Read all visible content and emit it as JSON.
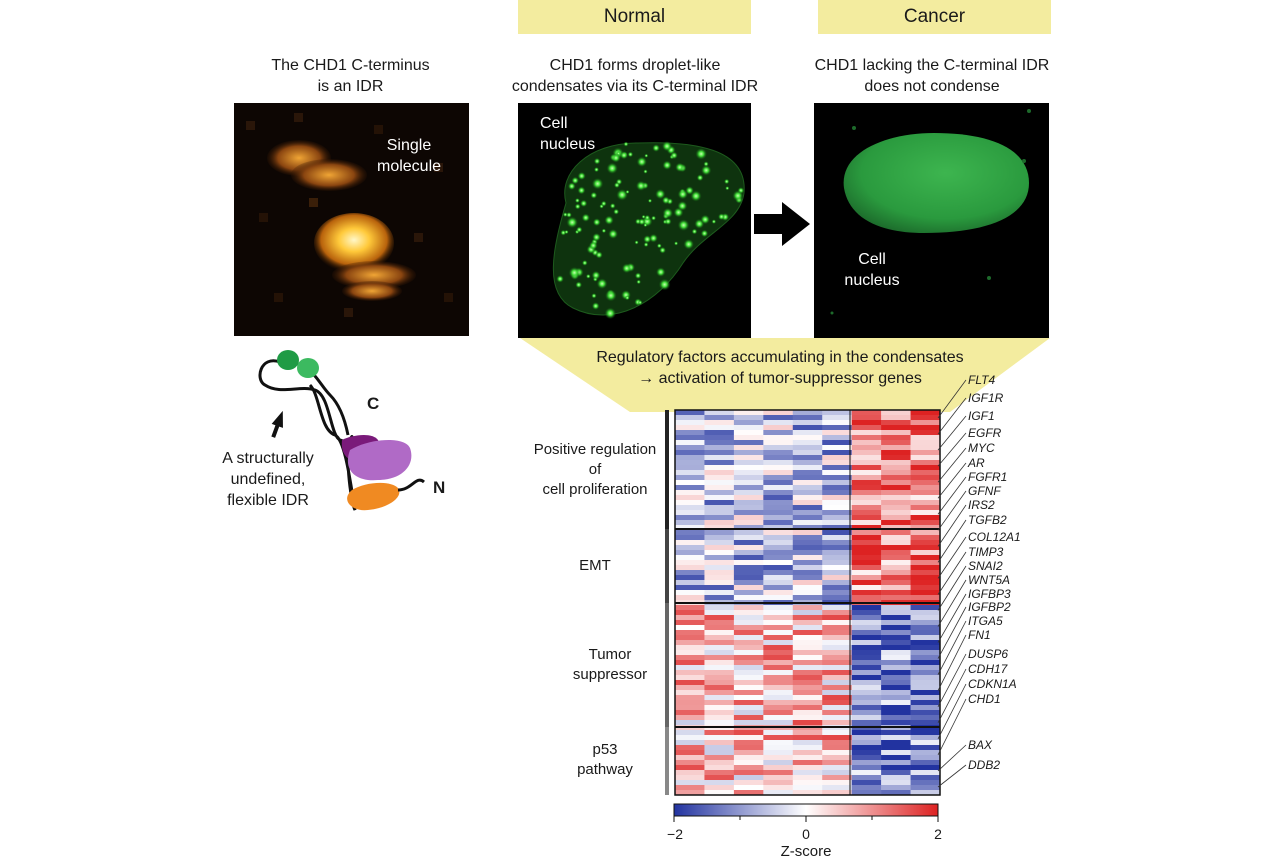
{
  "conditions": {
    "normal": "Normal",
    "cancer": "Cancer"
  },
  "panel_idr": {
    "caption_line1": "The CHD1 C-terminus",
    "caption_line2": "is an IDR",
    "image_label_line1": "Single",
    "image_label_line2": "molecule"
  },
  "panel_normal": {
    "caption_line1": "CHD1 forms droplet-like",
    "caption_line2": "condensates via its C-terminal IDR",
    "image_label_line1": "Cell",
    "image_label_line2": "nucleus"
  },
  "panel_cancer": {
    "caption_line1": "CHD1 lacking the C-terminal IDR",
    "caption_line2": "does not condense",
    "image_label_line1": "Cell",
    "image_label_line2": "nucleus"
  },
  "schematic": {
    "terminal_c": "C",
    "terminal_n": "N",
    "label_line1": "A structurally",
    "label_line2": "undefined,",
    "label_line3": "flexible IDR"
  },
  "callout": {
    "line1": "Regulatory factors accumulating in the condensates",
    "line2": "→ activation of tumor-suppressor genes"
  },
  "heatmap": {
    "categories": [
      {
        "line1": "Positive regulation",
        "line2": "of",
        "line3": "cell proliferation"
      },
      {
        "line1": "EMT"
      },
      {
        "line1": "Tumor",
        "line2": "suppressor"
      },
      {
        "line1": "p53",
        "line2": "pathway"
      }
    ],
    "genes": [
      "FLT4",
      "IGF1R",
      "IGF1",
      "EGFR",
      "MYC",
      "AR",
      "FGFR1",
      "GFNF",
      "IRS2",
      "TGFB2",
      "COL12A1",
      "TIMP3",
      "SNAI2",
      "WNT5A",
      "IGFBP3",
      "IGFBP2",
      "ITGA5",
      "FN1",
      "DUSP6",
      "CDH17",
      "CDKN1A",
      "CHD1",
      "BAX",
      "DDB2"
    ],
    "colorbar": {
      "min": "−2",
      "mid": "0",
      "max": "2",
      "label": "Z-score"
    },
    "colors": {
      "low": "#2233a0",
      "mid": "#ffffff",
      "high": "#dd2222"
    }
  }
}
